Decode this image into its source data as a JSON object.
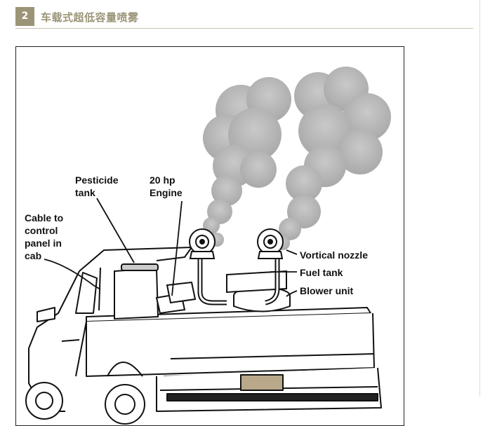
{
  "header": {
    "badge_number": "2",
    "title": "车载式超低容量喷雾"
  },
  "diagram": {
    "labels": {
      "pesticide_tank_line1": "Pesticide",
      "pesticide_tank_line2": "tank",
      "engine_line1": "20 hp",
      "engine_line2": "Engine",
      "cable_line1": "Cable to",
      "cable_line2": "control",
      "cable_line3": "panel in",
      "cable_line4": "cab",
      "vortical_nozzle": "Vortical nozzle",
      "fuel_tank": "Fuel tank",
      "blower_unit": "Blower unit"
    }
  },
  "colors": {
    "accent": "#9b9477",
    "smoke": "#b5b5b5",
    "outline": "#111111"
  }
}
